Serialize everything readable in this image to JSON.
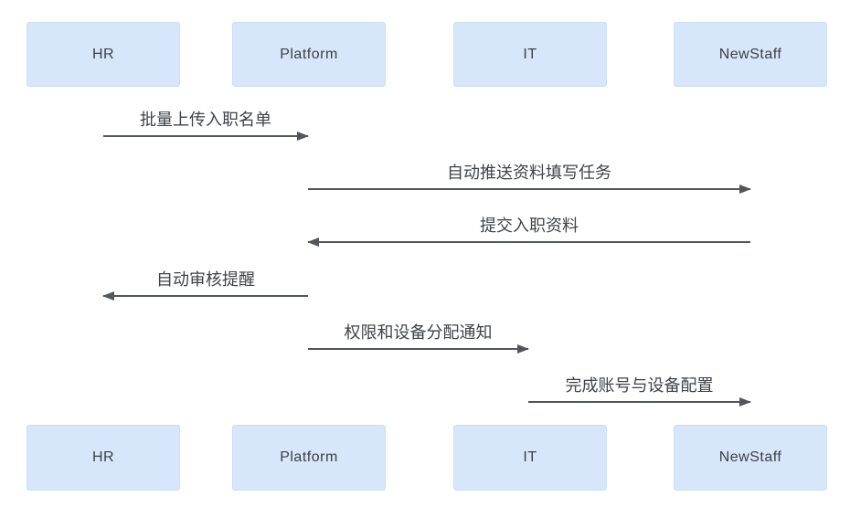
{
  "diagram": {
    "type": "sequence-diagram",
    "colors": {
      "canvas_bg": "#ffffff",
      "actor_fill": "#d7e6fa",
      "actor_border": "#cadef7",
      "actor_text": "#3b4045",
      "arrow": "#50565c",
      "message_text": "#3f4347"
    },
    "actors": [
      {
        "id": "hr",
        "label": "HR"
      },
      {
        "id": "platform",
        "label": "Platform"
      },
      {
        "id": "it",
        "label": "IT"
      },
      {
        "id": "newstaff",
        "label": "NewStaff"
      }
    ],
    "messages": [
      {
        "from": "HR",
        "to": "Platform",
        "direction": "right",
        "label": "批量上传入职名单"
      },
      {
        "from": "Platform",
        "to": "NewStaff",
        "direction": "right",
        "label": "自动推送资料填写任务"
      },
      {
        "from": "NewStaff",
        "to": "Platform",
        "direction": "left",
        "label": "提交入职资料"
      },
      {
        "from": "Platform",
        "to": "HR",
        "direction": "left",
        "label": "自动审核提醒"
      },
      {
        "from": "Platform",
        "to": "IT",
        "direction": "right",
        "label": "权限和设备分配通知"
      },
      {
        "from": "IT",
        "to": "NewStaff",
        "direction": "right",
        "label": "完成账号与设备配置"
      }
    ]
  }
}
